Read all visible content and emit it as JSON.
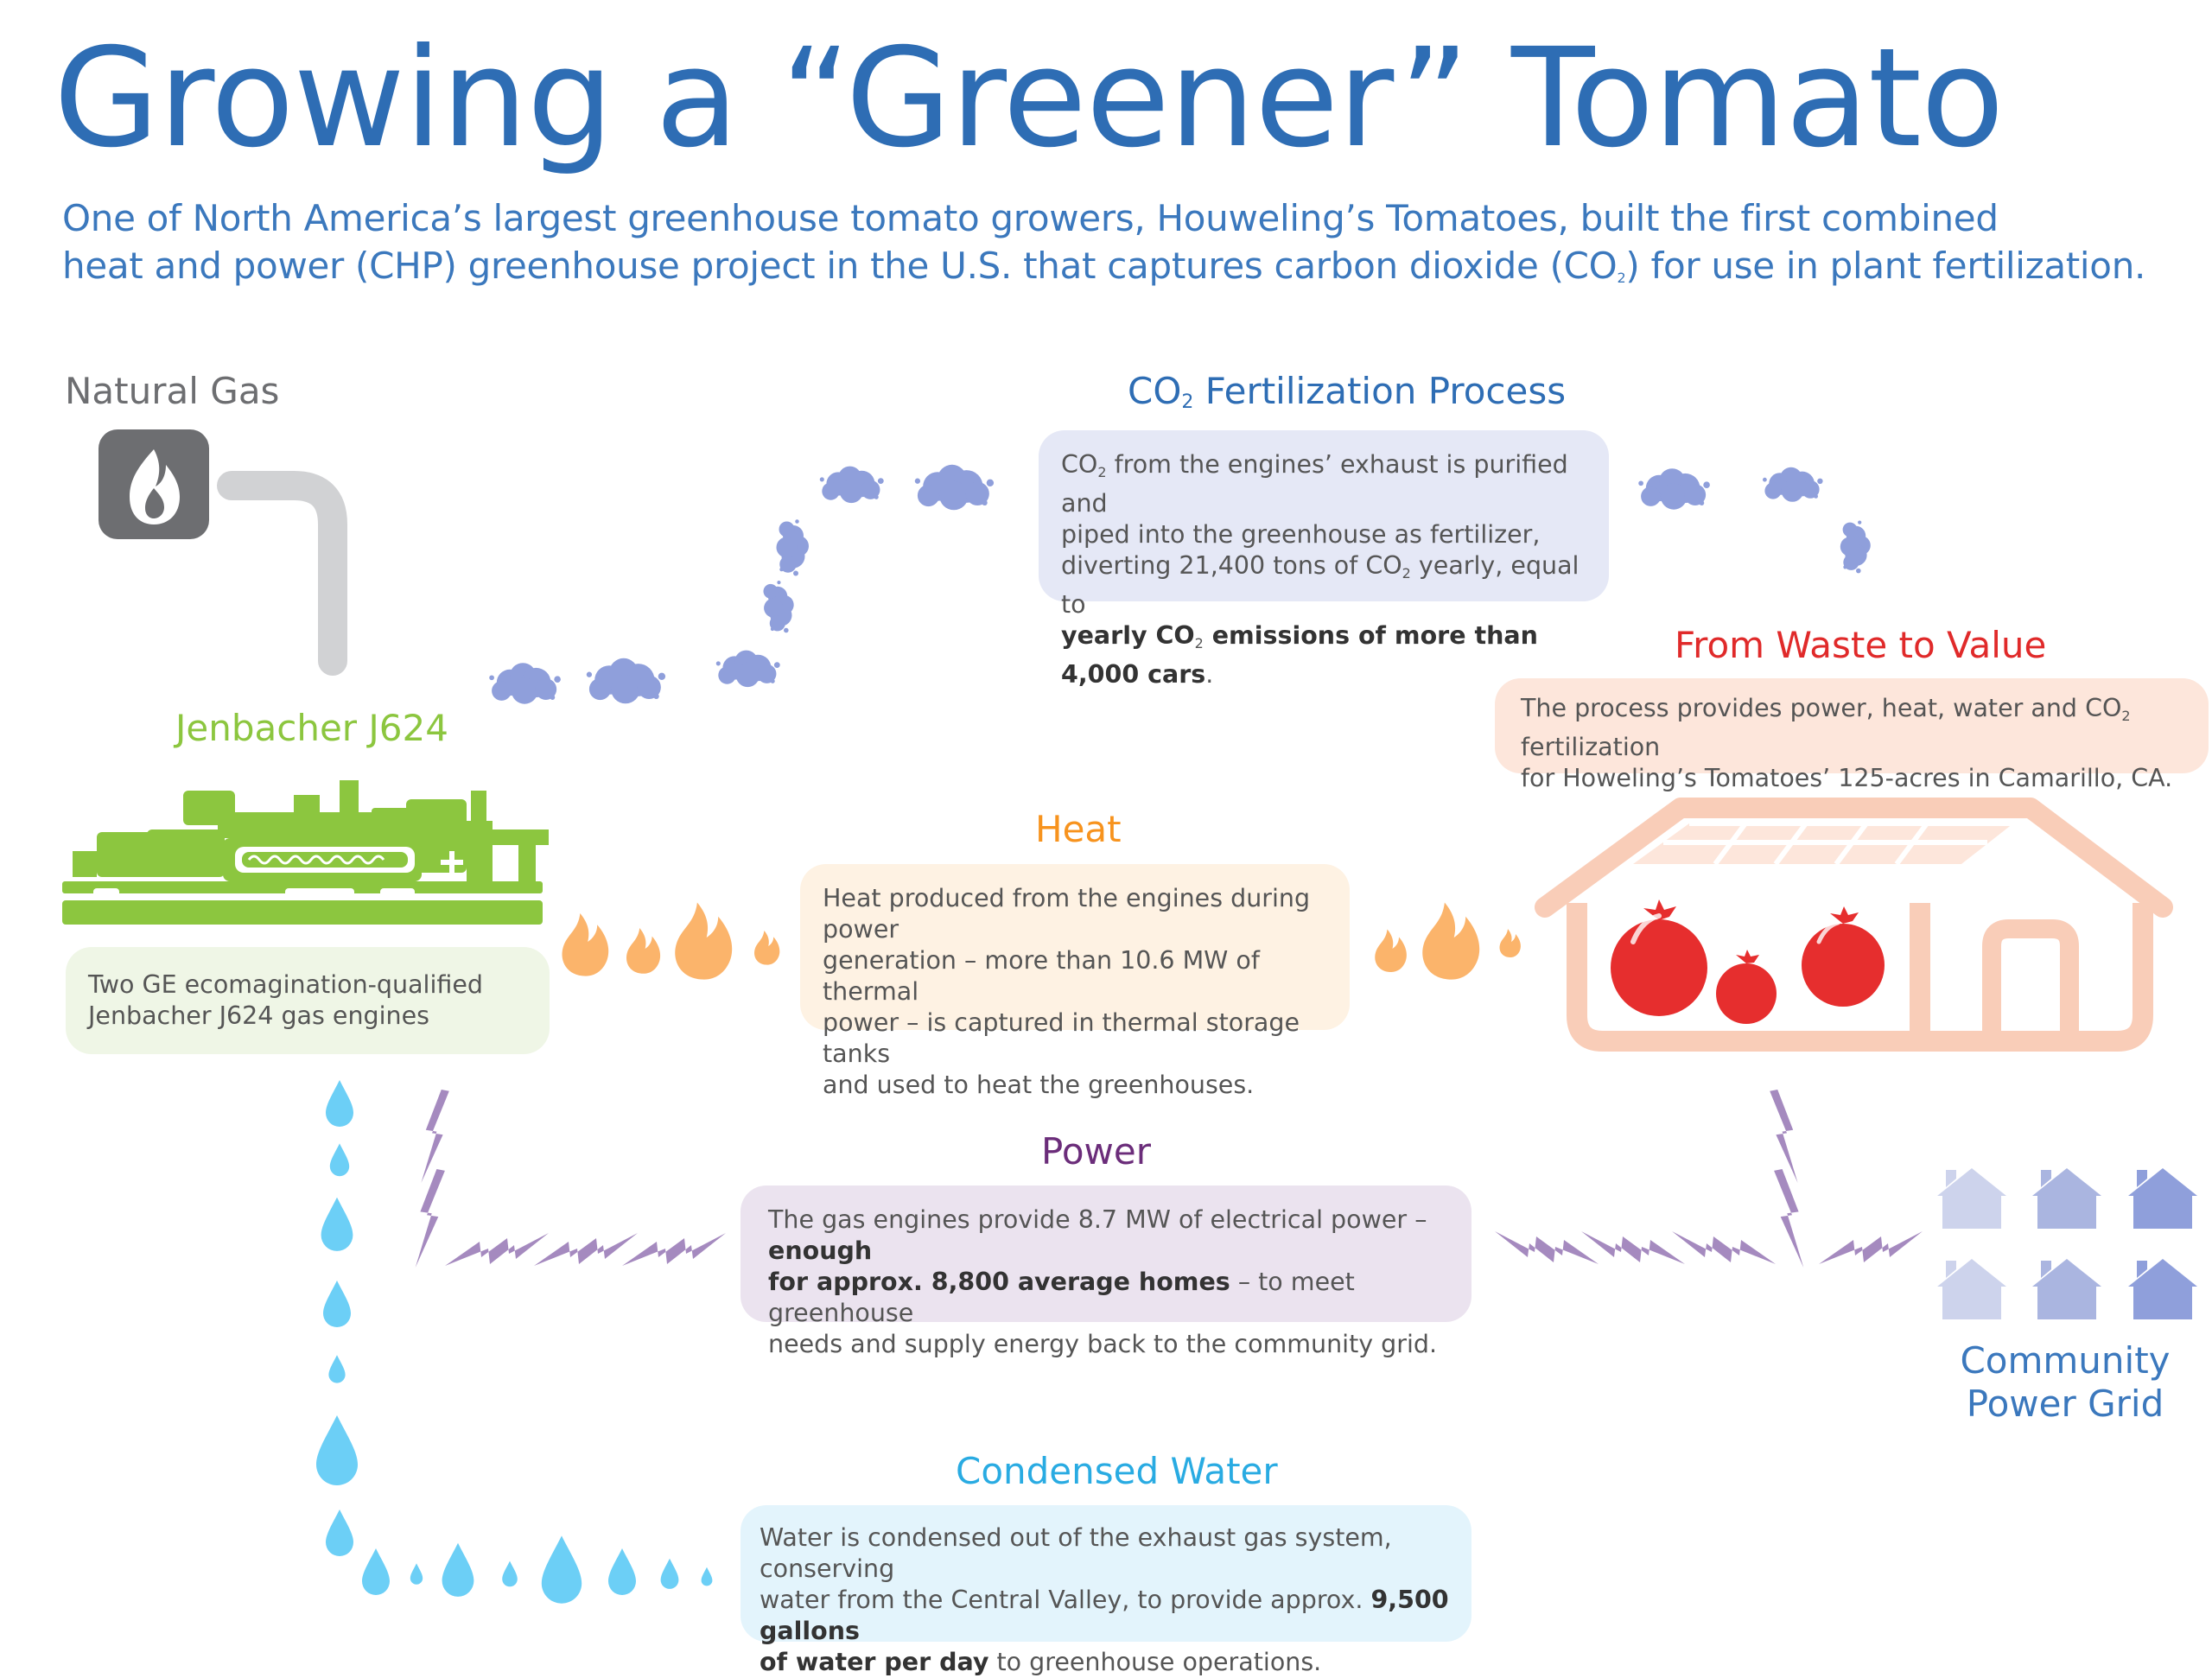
{
  "title": "Growing a “Greener” Tomato",
  "subtitle": {
    "line1": "One of North America’s largest greenhouse tomato growers, Houweling’s Tomatoes, built the first combined",
    "line2_pre": "heat and power (CHP) greenhouse project in the U.S. that captures carbon dioxide (CO",
    "line2_sub": "2",
    "line2_post": ") for use in plant fertilization."
  },
  "natural_gas": {
    "label": "Natural Gas",
    "icon": "flame-icon"
  },
  "engine": {
    "label": "Jenbacher J624",
    "line1": "Two GE ecomagination-qualified",
    "line2": "Jenbacher J624 gas engines",
    "icon": "gas-engine-icon"
  },
  "co2": {
    "title_pre": "CO",
    "title_sub": "2",
    "title_post": " Fertilization Process",
    "l1_pre": "CO",
    "l1_sub": "2",
    "l1_post": " from the engines’ exhaust is purified and",
    "l2": "piped into the greenhouse as fertilizer,",
    "l3_pre": "diverting 21,400 tons of CO",
    "l3_sub": "2",
    "l3_post": " yearly, equal to",
    "l4_bold_pre": "yearly CO",
    "l4_sub": "2",
    "l4_bold_post": " emissions of more than 4,000 cars",
    "l4_end": "."
  },
  "waste": {
    "title": "From Waste to Value",
    "l1_pre": "The process provides power, heat, water and CO",
    "l1_sub": "2",
    "l1_post": " fertilization",
    "l2": "for Howeling’s Tomatoes’ 125-acres in Camarillo, CA.",
    "icon": "greenhouse-icon"
  },
  "heat": {
    "title": "Heat",
    "l1": "Heat produced from the engines during power",
    "l2": "generation – more than 10.6 MW of thermal",
    "l3": "power – is captured in thermal storage tanks",
    "l4": "and used to heat the greenhouses.",
    "icon": "flame-icon"
  },
  "power": {
    "title": "Power",
    "l1_pre": "The gas engines provide 8.7 MW of electrical power – ",
    "l1_bold": "enough",
    "l2_bold": "for approx. 8,800 average homes",
    "l2_post": " – to meet greenhouse",
    "l3": "needs and supply energy back to the community grid.",
    "icon": "lightning-bolt-icon"
  },
  "grid": {
    "line1": "Community",
    "line2": "Power Grid",
    "icon": "house-icon"
  },
  "water": {
    "title": "Condensed Water",
    "l1": "Water is condensed out of the exhaust gas system, conserving",
    "l2_pre": "water from the Central Valley, to provide approx. ",
    "l2_bold": "9,500 gallons",
    "l3_bold": "of water per day",
    "l3_post": " to greenhouse operations.",
    "icon": "water-drop-icon"
  },
  "colors": {
    "title_blue": "#2e6db4",
    "engine_green": "#8cc63f",
    "co2_blue": "#2e6db4",
    "co2_cloud": "#8f9fdb",
    "waste_red": "#e02a2a",
    "heat_orange": "#f7931e",
    "power_purple": "#6b2d7a",
    "water_blue": "#29abe2",
    "grid_blue": "#3b78bd"
  }
}
